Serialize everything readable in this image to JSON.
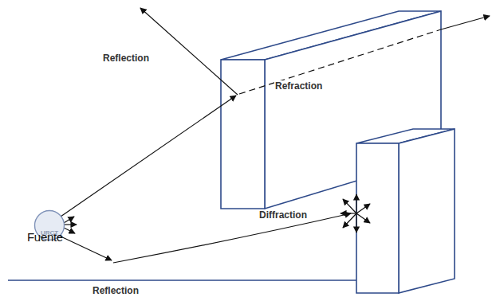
{
  "diagram": {
    "nodes": [
      {
        "text": [
          "URCT",
          "Fuente"
        ]
      }
    ],
    "labels": [
      "Reflection",
      "Refraction",
      "Diffraction",
      "Reflection"
    ]
  }
}
